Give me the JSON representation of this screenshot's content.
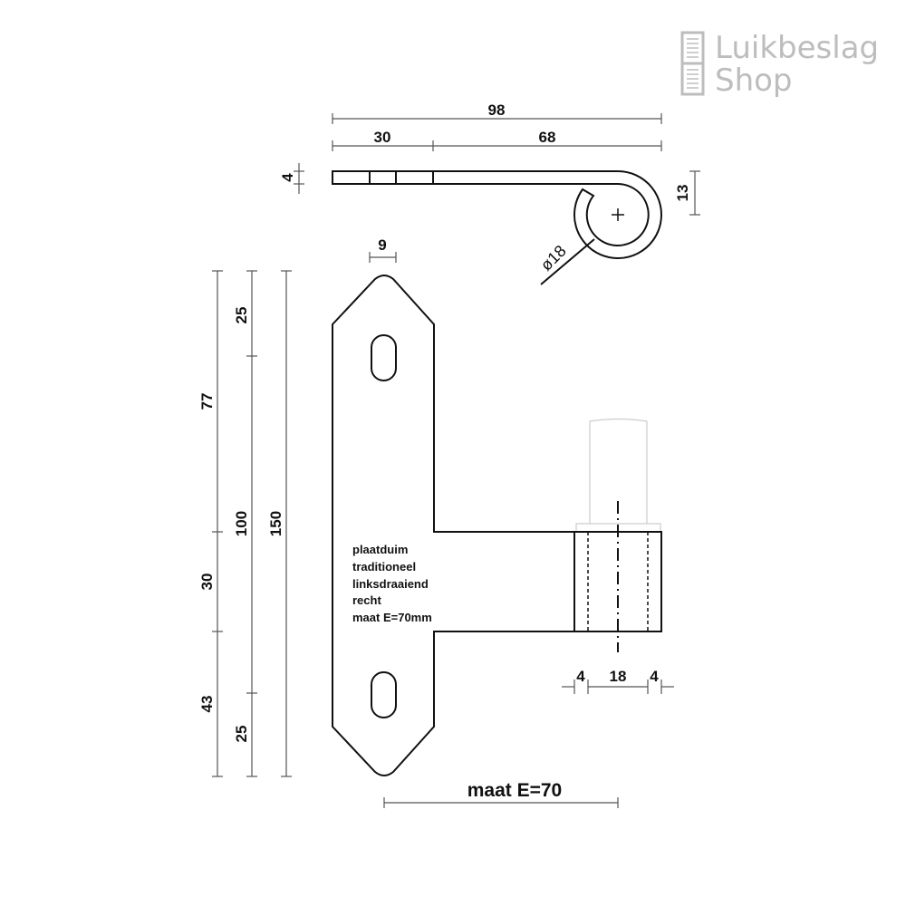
{
  "logo": {
    "line1": "Luikbeslag",
    "line2": "Shop"
  },
  "top_view": {
    "dim_total": "98",
    "dim_plate": "30",
    "dim_arm": "68",
    "dim_thickness": "4",
    "dim_curl_height": "13",
    "dim_diameter": "ø18"
  },
  "front_view": {
    "dim_point_width": "9",
    "dims_outer": [
      "77",
      "30",
      "43"
    ],
    "dims_middle": [
      "25",
      "100",
      "25"
    ],
    "dim_total_height": "150",
    "barrel_dims": [
      "4",
      "18",
      "4"
    ],
    "maat_label": "maat E=70"
  },
  "description": [
    "plaatduim",
    "traditioneel",
    "linksdraaiend",
    "recht",
    "maat E=70mm"
  ]
}
